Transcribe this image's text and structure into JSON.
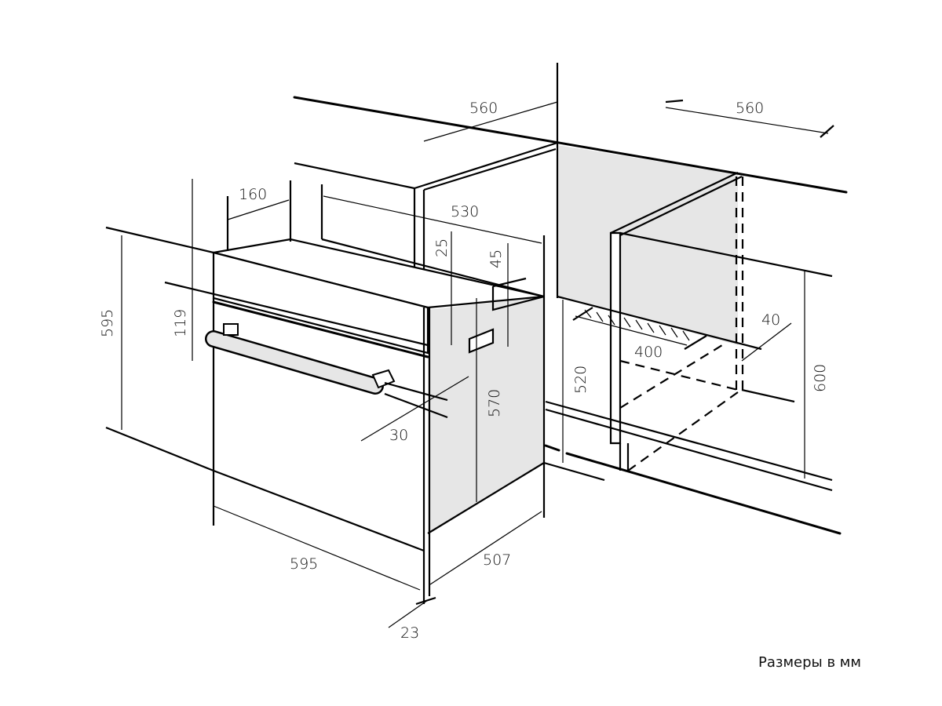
{
  "title": "Oven installation diagram",
  "colors": {
    "line": "#000000",
    "fill": "#e6e6e6",
    "background": "#ffffff"
  },
  "dimensions": {
    "niche_width_top": "560",
    "niche_width_right": "560",
    "top_offset": "160",
    "oven_depth_top": "530",
    "panel_gap": "25",
    "vent_height": "45",
    "oven_height": "595",
    "panel_height": "119",
    "handle_depth": "30",
    "body_height": "570",
    "niche_height_520": "520",
    "vent_width": "400",
    "vent_depth": "40",
    "niche_height_600": "600",
    "oven_width": "595",
    "body_depth": "507",
    "front_thickness": "23"
  },
  "caption": "Размеры в мм"
}
